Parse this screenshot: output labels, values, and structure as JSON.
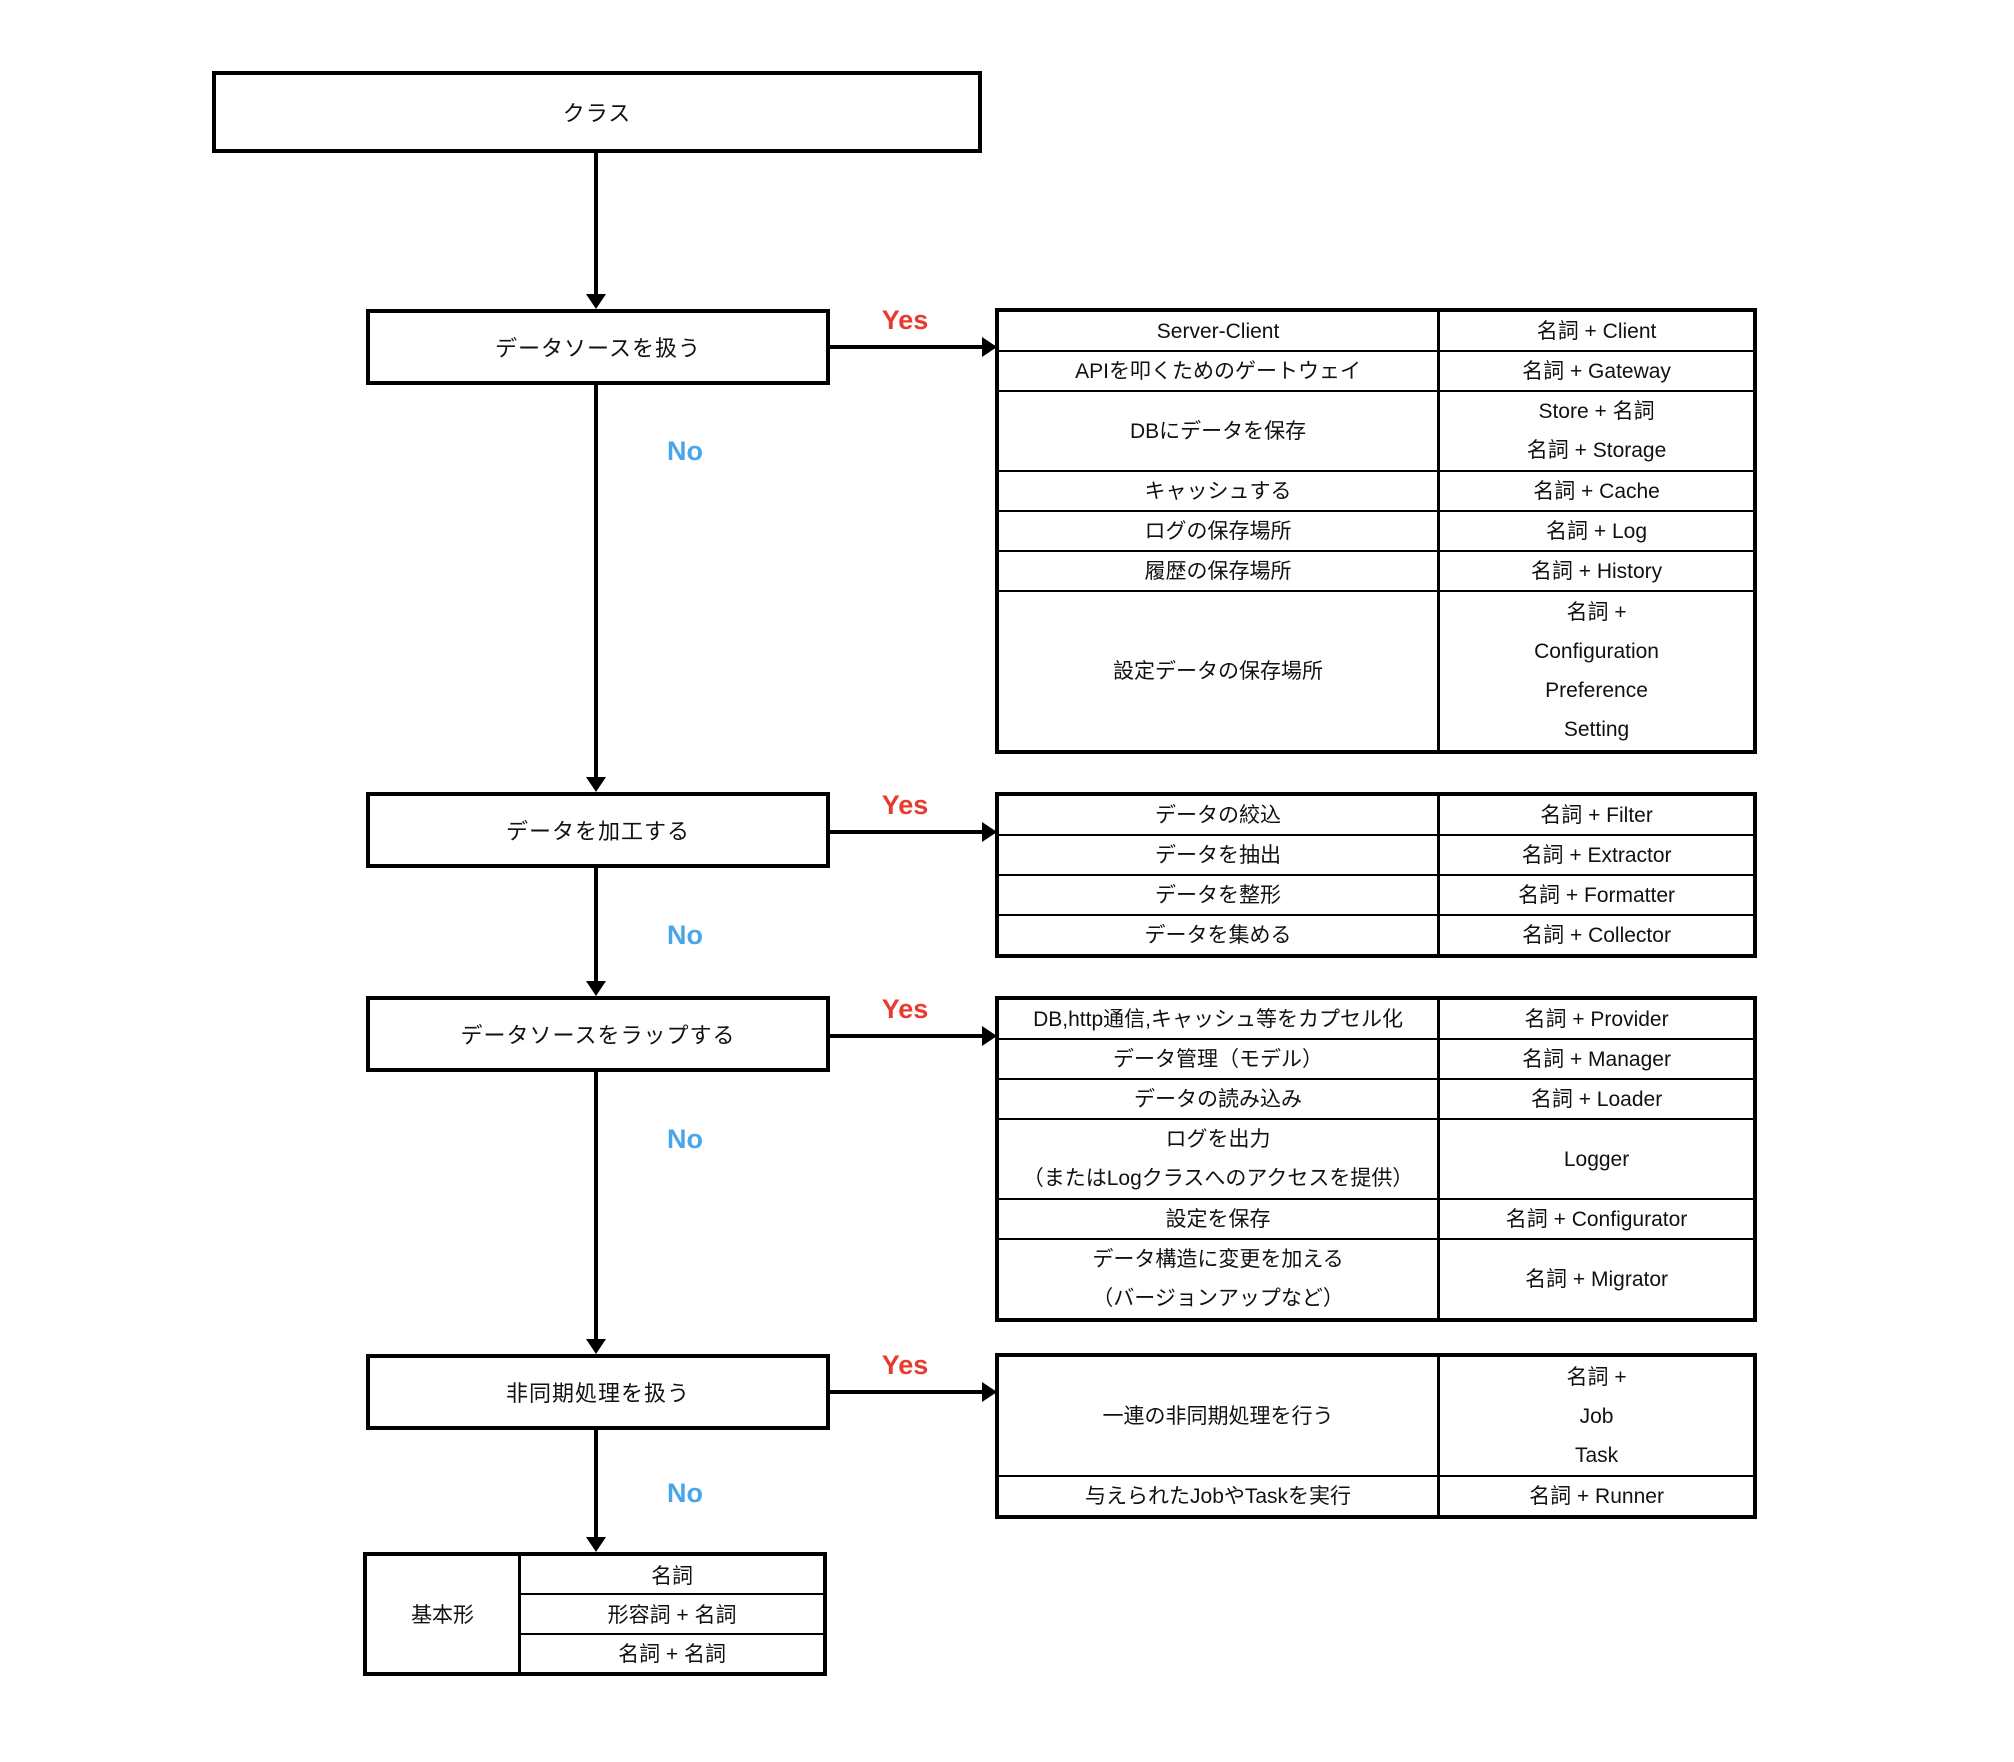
{
  "colors": {
    "yes": "#e83a2e",
    "no": "#4ba5e9",
    "line": "#000000",
    "background": "#ffffff"
  },
  "root": {
    "label": "クラス"
  },
  "branch_labels": {
    "yes": "Yes",
    "no": "No"
  },
  "decisions": [
    {
      "label": "データソースを扱う"
    },
    {
      "label": "データを加工する"
    },
    {
      "label": "データソースをラップする"
    },
    {
      "label": "非同期処理を扱う"
    }
  ],
  "tables": [
    {
      "rows": [
        {
          "usage": "Server-Client",
          "naming": "名詞 + Client"
        },
        {
          "usage": "APIを叩くためのゲートウェイ",
          "naming": "名詞 + Gateway"
        },
        {
          "usage": "DBにデータを保存",
          "naming": "Store + 名詞\n名詞 + Storage"
        },
        {
          "usage": "キャッシュする",
          "naming": "名詞 + Cache"
        },
        {
          "usage": "ログの保存場所",
          "naming": "名詞 + Log"
        },
        {
          "usage": "履歴の保存場所",
          "naming": "名詞 + History"
        },
        {
          "usage": "設定データの保存場所",
          "naming": "名詞 +\nConfiguration\nPreference\nSetting"
        }
      ]
    },
    {
      "rows": [
        {
          "usage": "データの絞込",
          "naming": "名詞 + Filter"
        },
        {
          "usage": "データを抽出",
          "naming": "名詞 + Extractor"
        },
        {
          "usage": "データを整形",
          "naming": "名詞 + Formatter"
        },
        {
          "usage": "データを集める",
          "naming": "名詞 + Collector"
        }
      ]
    },
    {
      "rows": [
        {
          "usage": "DB,http通信,キャッシュ等をカプセル化",
          "naming": "名詞 + Provider"
        },
        {
          "usage": "データ管理（モデル）",
          "naming": "名詞 + Manager"
        },
        {
          "usage": "データの読み込み",
          "naming": "名詞 + Loader"
        },
        {
          "usage": "ログを出力\n（またはLogクラスへのアクセスを提供）",
          "naming": "Logger"
        },
        {
          "usage": "設定を保存",
          "naming": "名詞 + Configurator"
        },
        {
          "usage": "データ構造に変更を加える\n（バージョンアップなど）",
          "naming": "名詞 + Migrator"
        }
      ]
    },
    {
      "rows": [
        {
          "usage": "一連の非同期処理を行う",
          "naming": "名詞 +\nJob\nTask"
        },
        {
          "usage": "与えられたJobやTaskを実行",
          "naming": "名詞 + Runner"
        }
      ]
    }
  ],
  "base_table": {
    "header": "基本形",
    "rows": [
      "名詞",
      "形容詞 + 名詞",
      "名詞 + 名詞"
    ]
  }
}
